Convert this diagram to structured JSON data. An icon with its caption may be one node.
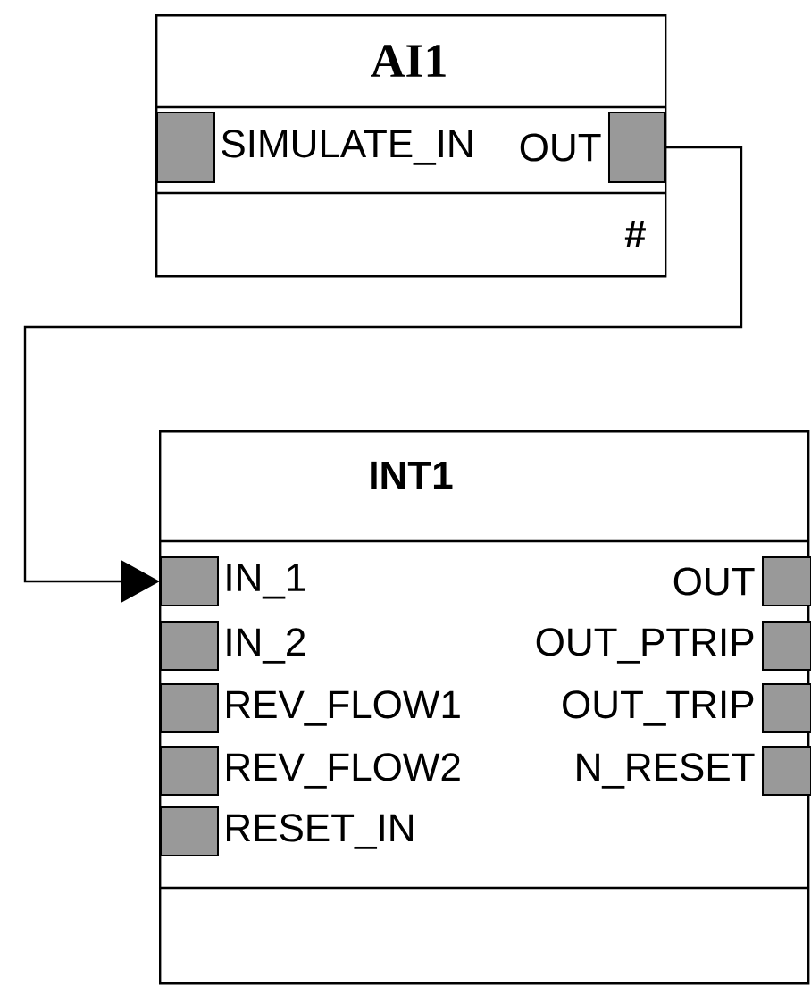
{
  "diagram": {
    "nodes": [
      {
        "text": [
          "AI1",
          "#"
        ]
      },
      {
        "text": [],
        "shape": "box",
        "in": 0,
        "beside": [
          "SIMULATE_IN"
        ]
      },
      {
        "text": [],
        "shape": "box",
        "in": 0,
        "beside": [
          "OUT"
        ]
      },
      {
        "text": [
          "INT1"
        ]
      },
      {
        "text": [],
        "shape": "box",
        "in": 3,
        "beside": [
          "IN_1"
        ]
      },
      {
        "text": [],
        "shape": "box",
        "in": 3,
        "beside": [
          "IN_2"
        ]
      },
      {
        "text": [],
        "shape": "box",
        "in": 3,
        "beside": [
          "REV_FLOW1"
        ]
      },
      {
        "text": [],
        "shape": "box",
        "in": 3,
        "beside": [
          "REV_FLOW2"
        ]
      },
      {
        "text": [],
        "shape": "box",
        "in": 3,
        "beside": [
          "RESET_IN"
        ]
      },
      {
        "text": [],
        "shape": "box",
        "in": 3,
        "beside": [
          "OUT"
        ]
      },
      {
        "text": [],
        "shape": "box",
        "in": 3,
        "beside": [
          "OUT_PTRIP"
        ]
      },
      {
        "text": [],
        "shape": "box",
        "in": 3,
        "beside": [
          "OUT_TRIP"
        ]
      },
      {
        "text": [],
        "shape": "box",
        "in": 3,
        "beside": [
          "N_RESET"
        ]
      }
    ],
    "edges": [
      {
        "from": 2,
        "to": 4,
        "arrow": "to"
      }
    ]
  }
}
